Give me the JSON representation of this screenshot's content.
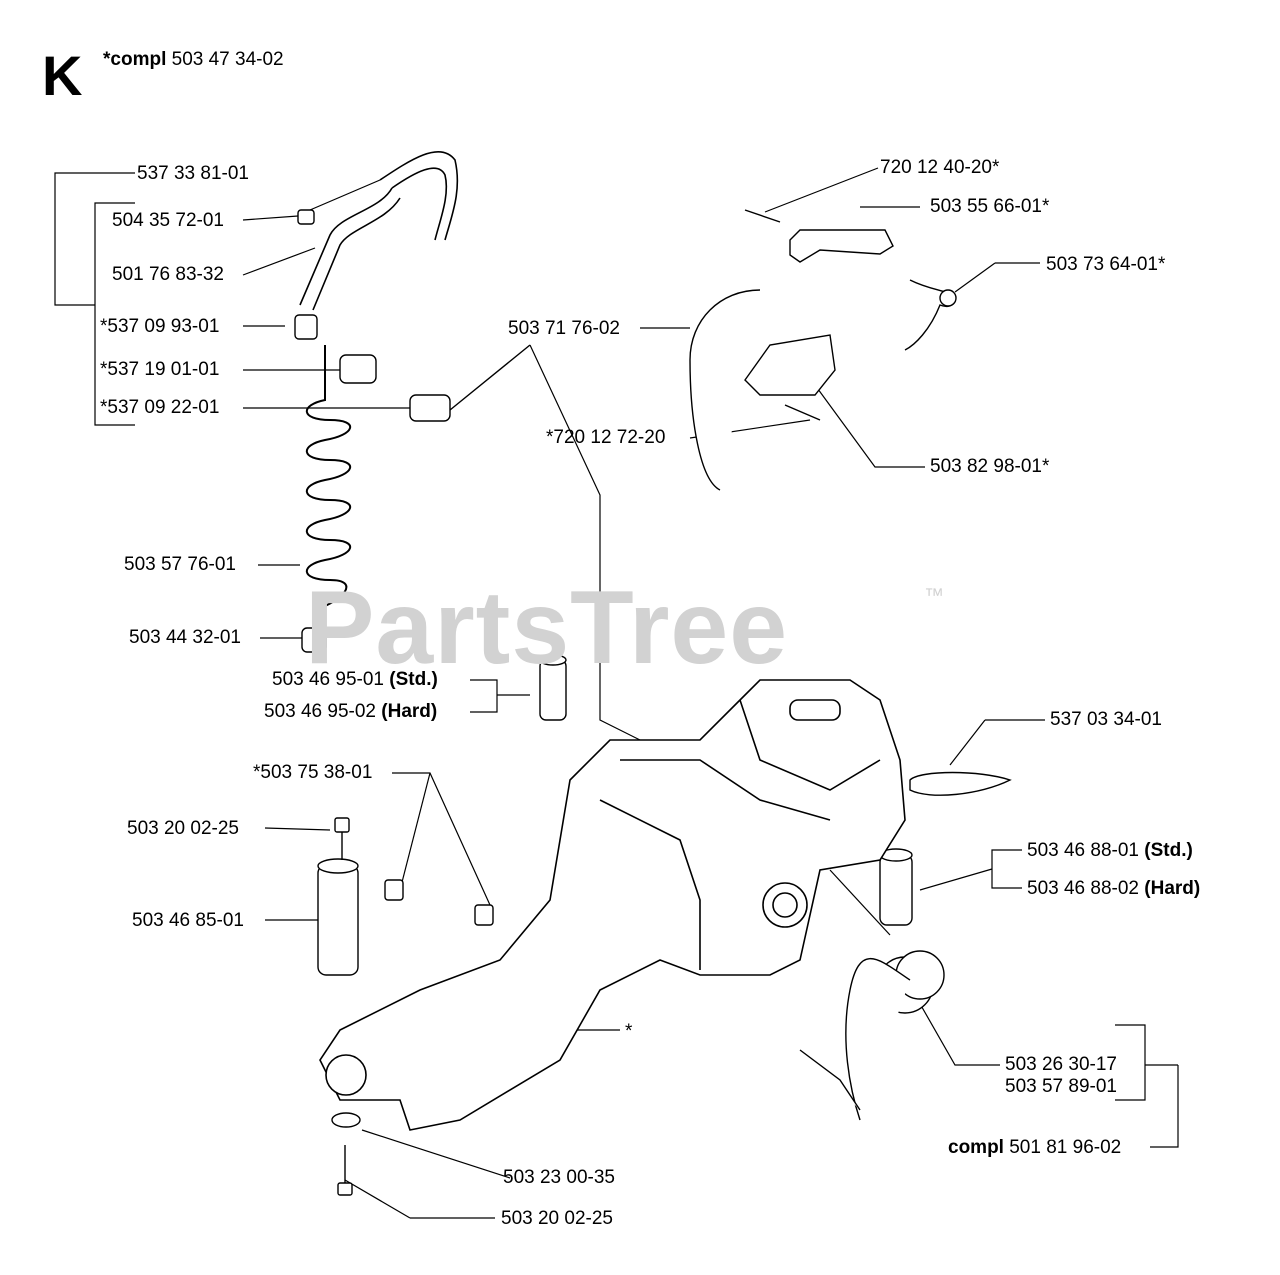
{
  "header": {
    "section_letter": "K",
    "compl_prefix": "*compl",
    "compl_number": "503 47 34-02"
  },
  "watermark": {
    "text": "PartsTree",
    "tm": "™"
  },
  "parts": {
    "p537338101": "537 33 81-01",
    "p504357201": "504 35 72-01",
    "p501768332": "501 76 83-32",
    "p537099301": "*537 09 93-01",
    "p537190101": "*537 19 01-01",
    "p537092201": "*537 09 22-01",
    "p503577601": "503 57 76-01",
    "p503443201": "503 44 32-01",
    "p503469501": "503 46 95-01",
    "p503469502": "503 46 95-02",
    "p503753801": "*503 75 38-01",
    "p503200225a": "503 20 02-25",
    "p503468501": "503 46 85-01",
    "p720124020": "720 12 40-20*",
    "p503556601": "503 55 66-01*",
    "p503736401": "503 73 64-01*",
    "p503717602": "503 71 76-02",
    "p720127220": "*720 12 72-20",
    "p503829801": "503 82 98-01*",
    "p537033401": "537 03 34-01",
    "p503468801": "503 46 88-01",
    "p503468802": "503 46 88-02",
    "p503263017": "503 26 30-17",
    "p503578901": "503 57 89-01",
    "compl_prefix2": "compl",
    "p501819602": "501 81 96-02",
    "p503230035": "503 23 00-35",
    "p503200225b": "503 20 02-25",
    "star": "*"
  },
  "variants": {
    "std": "(Std.)",
    "hard": "(Hard)"
  }
}
